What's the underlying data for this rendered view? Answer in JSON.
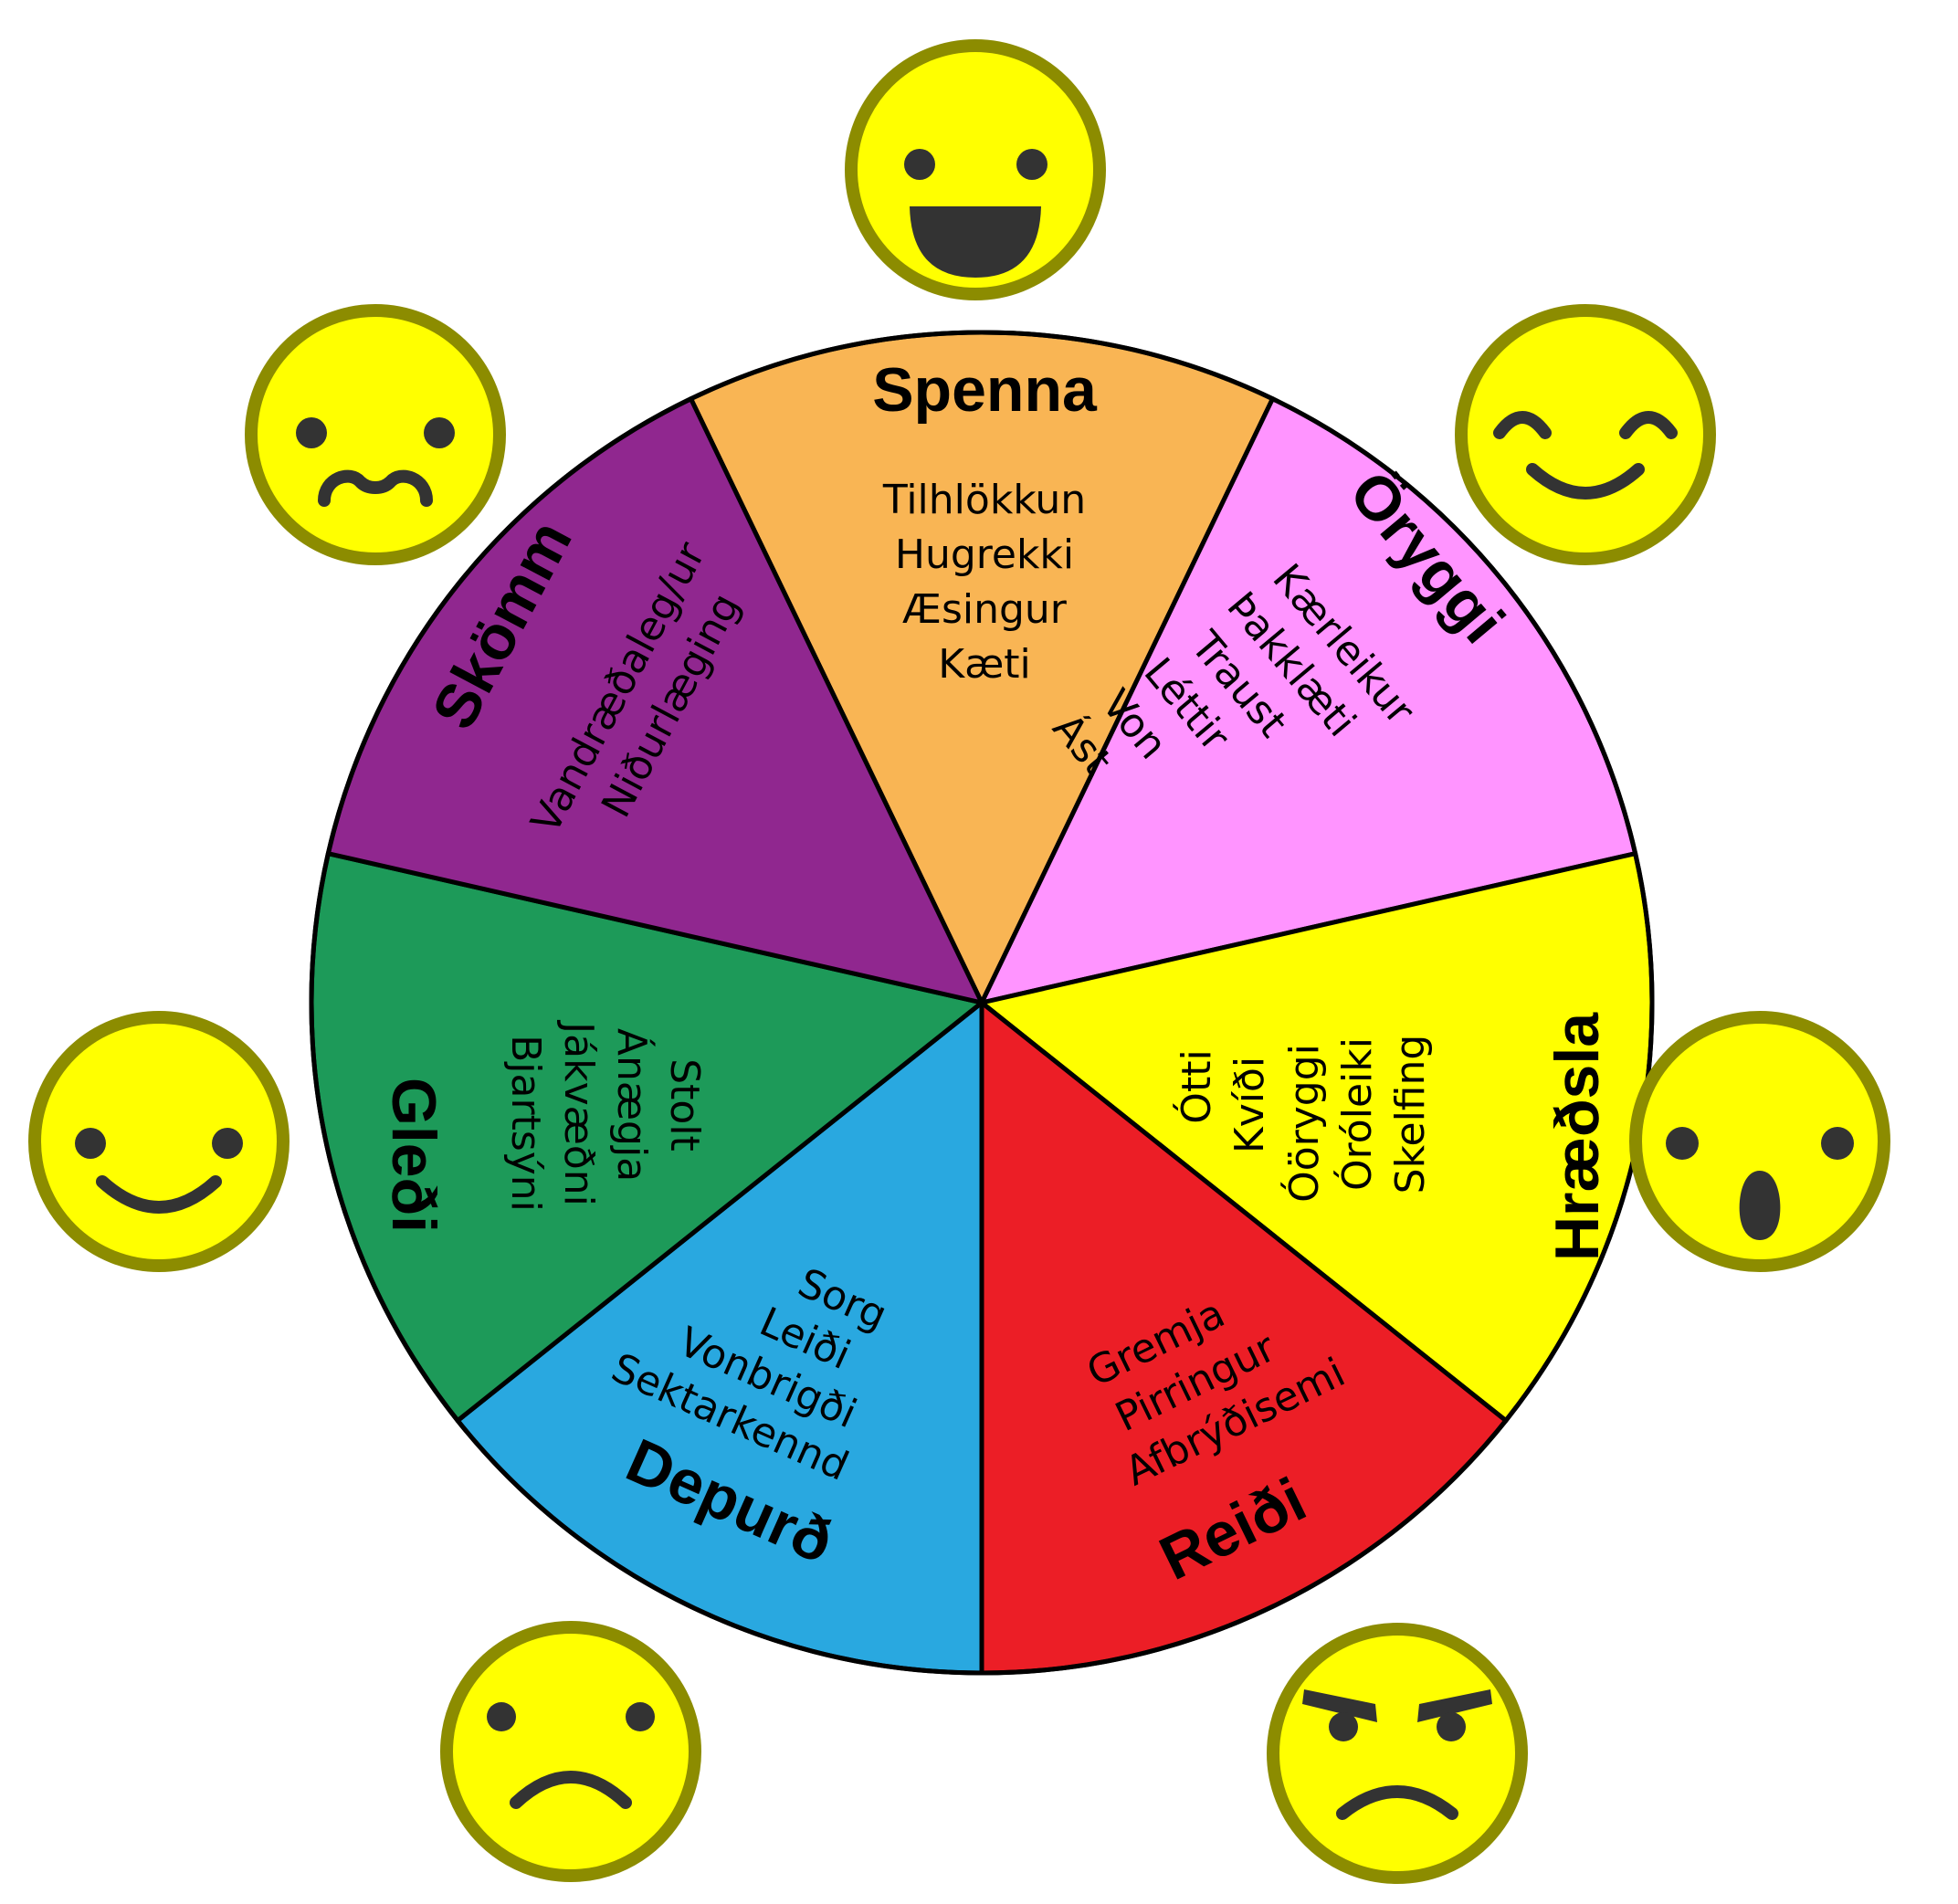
{
  "wheel": {
    "segments": [
      {
        "title": "Spenna",
        "words": [
          "Tilhlökkun",
          "Hugrekki",
          "Æsingur",
          "Kæti"
        ],
        "color": "#F9B554"
      },
      {
        "title": "Öryggi",
        "words": [
          "Kærleikur",
          "Þakklæti",
          "Traust",
          "Léttir",
          "Von",
          "Ást"
        ],
        "color": "#FF94FF"
      },
      {
        "title": "Hræðsla",
        "words": [
          "Ótti",
          "Kvíði",
          "Óöryggi",
          "Óróleiki",
          "Skelfing"
        ],
        "color": "#FFFF00"
      },
      {
        "title": "Reiði",
        "words": [
          "Gremja",
          "Pirringur",
          "Afbrýðisemi"
        ],
        "color": "#EC1E26"
      },
      {
        "title": "Depurð",
        "words": [
          "Sorg",
          "Leiði",
          "Vonbrigði",
          "Sektarkennd"
        ],
        "color": "#29A8E0"
      },
      {
        "title": "Gleði",
        "words": [
          "Stolt",
          "Ánægja",
          "Jákvæðni",
          "Bjartsýni"
        ],
        "color": "#1D9A59"
      },
      {
        "title": "Skömm",
        "words": [
          "Vandræðaleg/ur",
          "Niðurlæging"
        ],
        "color": "#90278F"
      }
    ]
  },
  "faces": [
    {
      "mood": "laughing-face-icon"
    },
    {
      "mood": "content-face-icon"
    },
    {
      "mood": "surprised-face-icon"
    },
    {
      "mood": "angry-face-icon"
    },
    {
      "mood": "sad-face-icon"
    },
    {
      "mood": "smiling-face-icon"
    },
    {
      "mood": "embarrassed-face-icon"
    }
  ],
  "colors": {
    "face_fill": "#FFFF00",
    "face_ring": "#8C8C00",
    "feature": "#333333",
    "outline": "#000000"
  }
}
